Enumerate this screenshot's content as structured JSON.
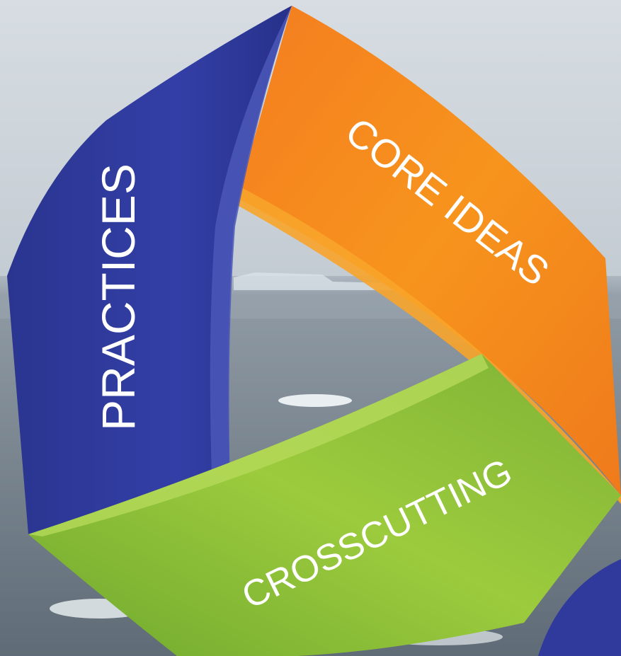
{
  "diagram": {
    "segments": [
      {
        "id": "practices",
        "label": "PRACTICES",
        "color": "#2f3a9c"
      },
      {
        "id": "core-ideas",
        "label": "CORE IDEAS",
        "color": "#f58a1f"
      },
      {
        "id": "crosscutting",
        "label": "CROSSCUTTING",
        "color": "#8cc63f"
      }
    ]
  },
  "background": {
    "sky_color": "#c6cfd6",
    "sea_color": "#6b7883"
  }
}
